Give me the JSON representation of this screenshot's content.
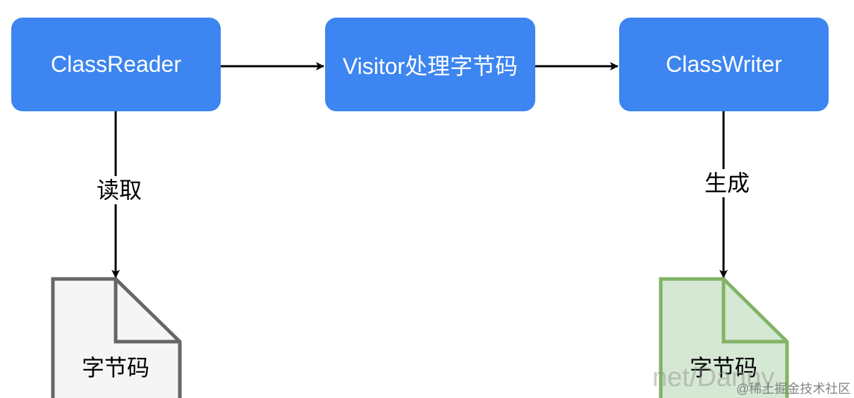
{
  "colors": {
    "box_fill": "#3d85f0",
    "doc_left_fill": "#f5f5f5",
    "doc_left_stroke": "#666666",
    "doc_right_fill": "#d5e8d4",
    "doc_right_stroke": "#82b366",
    "arrow": "#000000"
  },
  "nodes": {
    "reader": "ClassReader",
    "visitor": "Visitor处理字节码",
    "writer": "ClassWriter",
    "doc_left": "字节码",
    "doc_right": "字节码"
  },
  "edges": {
    "read_label": "读取",
    "generate_label": "生成"
  },
  "watermark": {
    "text": "net/Danny",
    "site": "@稀土掘金技术社区"
  }
}
